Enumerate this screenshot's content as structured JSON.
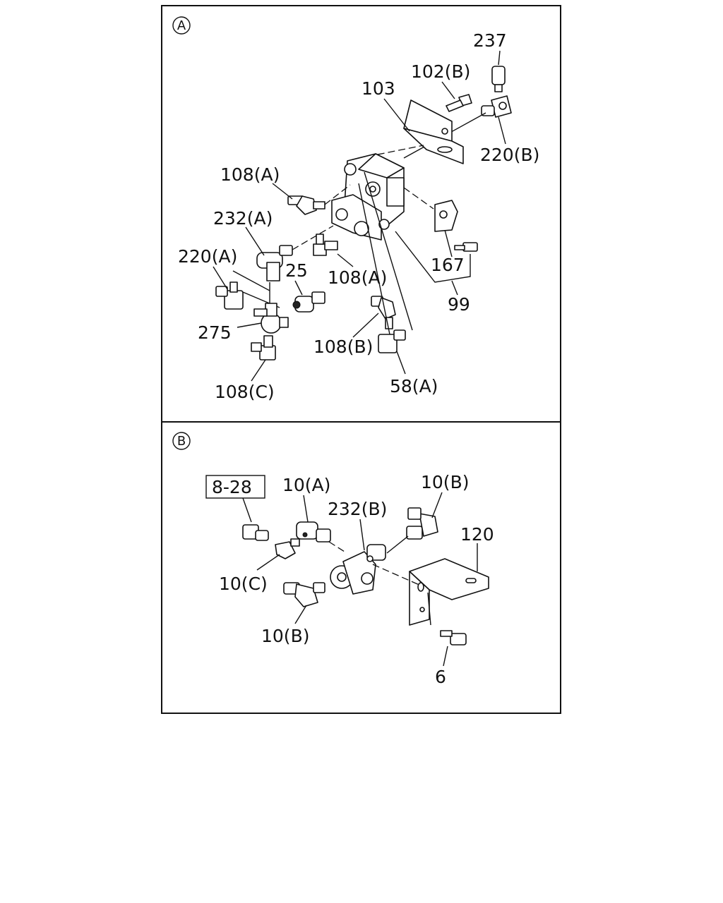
{
  "sections": {
    "a": {
      "marker": "A",
      "labels": {
        "l237": "237",
        "l102b": "102(B)",
        "l103": "103",
        "l220b": "220(B)",
        "l108a_top": "108(A)",
        "l232a": "232(A)",
        "l220a": "220(A)",
        "l25": "25",
        "l108a_mid": "108(A)",
        "l167": "167",
        "l99": "99",
        "l275": "275",
        "l108b": "108(B)",
        "l108c": "108(C)",
        "l58a": "58(A)"
      }
    },
    "b": {
      "marker": "B",
      "labels": {
        "ref828": "8-28",
        "l10a": "10(A)",
        "l10b_top": "10(B)",
        "l232b": "232(B)",
        "l120": "120",
        "l10c": "10(C)",
        "l10b_bot": "10(B)",
        "l6": "6"
      }
    }
  }
}
